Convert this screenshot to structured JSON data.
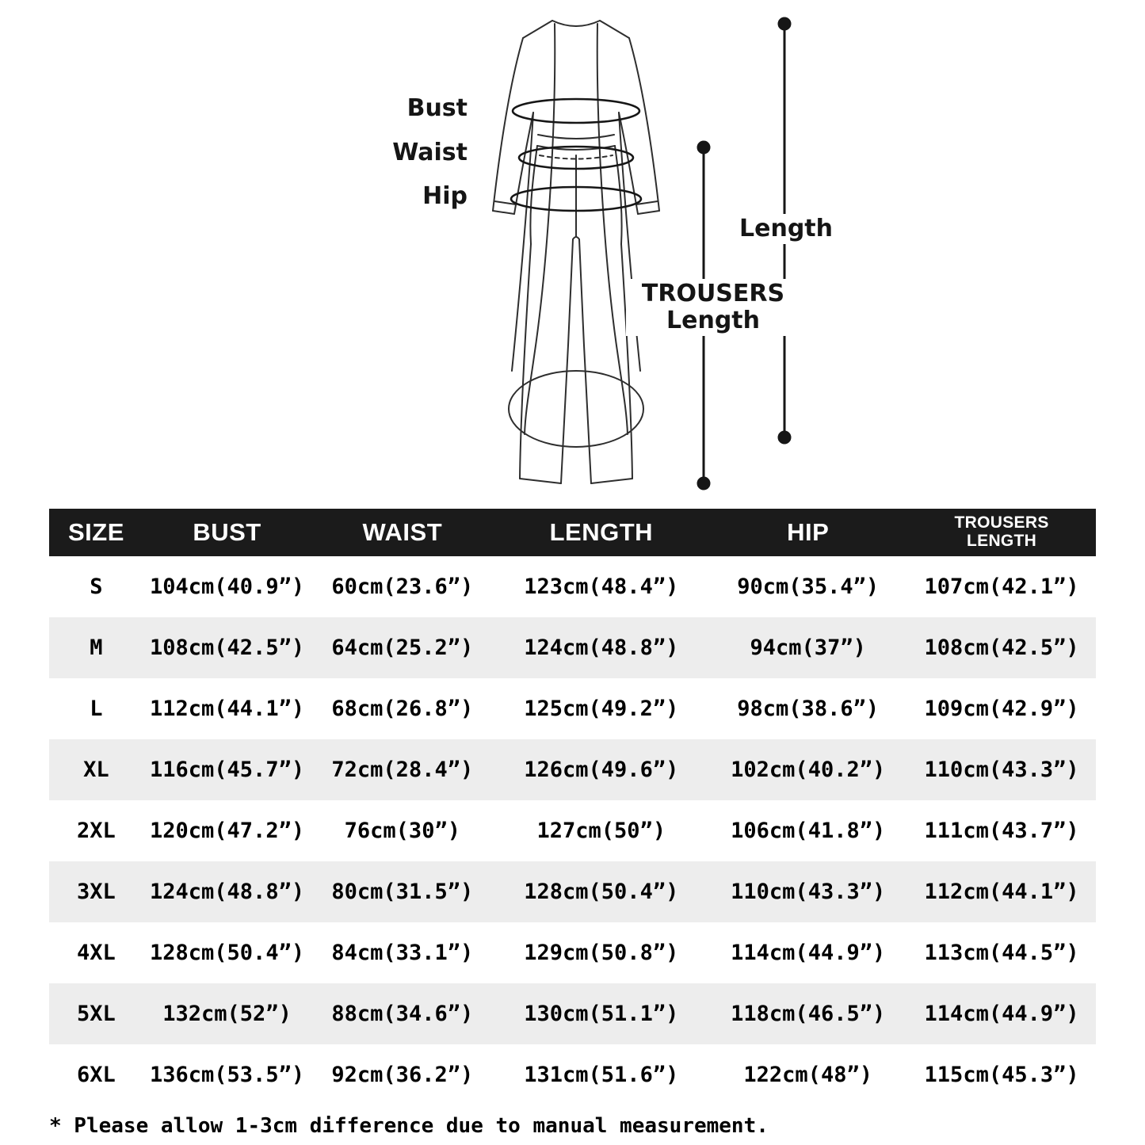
{
  "colors": {
    "header_bg": "#1b1b1b",
    "header_text": "#ffffff",
    "row_alt_bg": "#ededed",
    "line_color": "#161616"
  },
  "diagram": {
    "labels": {
      "bust": "Bust",
      "waist": "Waist",
      "hip": "Hip",
      "length": "Length",
      "trousers_line1": "TROUSERS",
      "trousers_line2": "Length"
    }
  },
  "table": {
    "headers": [
      "SIZE",
      "BUST",
      "WAIST",
      "LENGTH",
      "HIP",
      "TROUSERS LENGTH"
    ],
    "rows": [
      [
        "S",
        "104cm(40.9”)",
        "60cm(23.6”)",
        "123cm(48.4”)",
        "90cm(35.4”)",
        "107cm(42.1”)"
      ],
      [
        "M",
        "108cm(42.5”)",
        "64cm(25.2”)",
        "124cm(48.8”)",
        "94cm(37”)",
        "108cm(42.5”)"
      ],
      [
        "L",
        "112cm(44.1”)",
        "68cm(26.8”)",
        "125cm(49.2”)",
        "98cm(38.6”)",
        "109cm(42.9”)"
      ],
      [
        "XL",
        "116cm(45.7”)",
        "72cm(28.4”)",
        "126cm(49.6”)",
        "102cm(40.2”)",
        "110cm(43.3”)"
      ],
      [
        "2XL",
        "120cm(47.2”)",
        "76cm(30”)",
        "127cm(50”)",
        "106cm(41.8”)",
        "111cm(43.7”)"
      ],
      [
        "3XL",
        "124cm(48.8”)",
        "80cm(31.5”)",
        "128cm(50.4”)",
        "110cm(43.3”)",
        "112cm(44.1”)"
      ],
      [
        "4XL",
        "128cm(50.4”)",
        "84cm(33.1”)",
        "129cm(50.8”)",
        "114cm(44.9”)",
        "113cm(44.5”)"
      ],
      [
        "5XL",
        "132cm(52”)",
        "88cm(34.6”)",
        "130cm(51.1”)",
        "118cm(46.5”)",
        "114cm(44.9”)"
      ],
      [
        "6XL",
        "136cm(53.5”)",
        "92cm(36.2”)",
        "131cm(51.6”)",
        "122cm(48”)",
        "115cm(45.3”)"
      ]
    ]
  },
  "footnote": "* Please allow 1-3cm difference due to manual measurement.",
  "chart_data": {
    "type": "table",
    "title": "Garment size chart (cardigan with trousers)",
    "columns": [
      "SIZE",
      "BUST",
      "WAIST",
      "LENGTH",
      "HIP",
      "TROUSERS LENGTH"
    ],
    "rows": [
      [
        "S",
        "104cm(40.9”)",
        "60cm(23.6”)",
        "123cm(48.4”)",
        "90cm(35.4”)",
        "107cm(42.1”)"
      ],
      [
        "M",
        "108cm(42.5”)",
        "64cm(25.2”)",
        "124cm(48.8”)",
        "94cm(37”)",
        "108cm(42.5”)"
      ],
      [
        "L",
        "112cm(44.1”)",
        "68cm(26.8”)",
        "125cm(49.2”)",
        "98cm(38.6”)",
        "109cm(42.9”)"
      ],
      [
        "XL",
        "116cm(45.7”)",
        "72cm(28.4”)",
        "126cm(49.6”)",
        "102cm(40.2”)",
        "110cm(43.3”)"
      ],
      [
        "2XL",
        "120cm(47.2”)",
        "76cm(30”)",
        "127cm(50”)",
        "106cm(41.8”)",
        "111cm(43.7”)"
      ],
      [
        "3XL",
        "124cm(48.8”)",
        "80cm(31.5”)",
        "128cm(50.4”)",
        "110cm(43.3”)",
        "112cm(44.1”)"
      ],
      [
        "4XL",
        "128cm(50.4”)",
        "84cm(33.1”)",
        "129cm(50.8”)",
        "114cm(44.9”)",
        "113cm(44.5”)"
      ],
      [
        "5XL",
        "132cm(52”)",
        "88cm(34.6”)",
        "130cm(51.1”)",
        "118cm(46.5”)",
        "114cm(44.9”)"
      ],
      [
        "6XL",
        "136cm(53.5”)",
        "92cm(36.2”)",
        "131cm(51.6”)",
        "122cm(48”)",
        "115cm(45.3”)"
      ]
    ],
    "note": "* Please allow 1-3cm difference due to manual measurement."
  }
}
